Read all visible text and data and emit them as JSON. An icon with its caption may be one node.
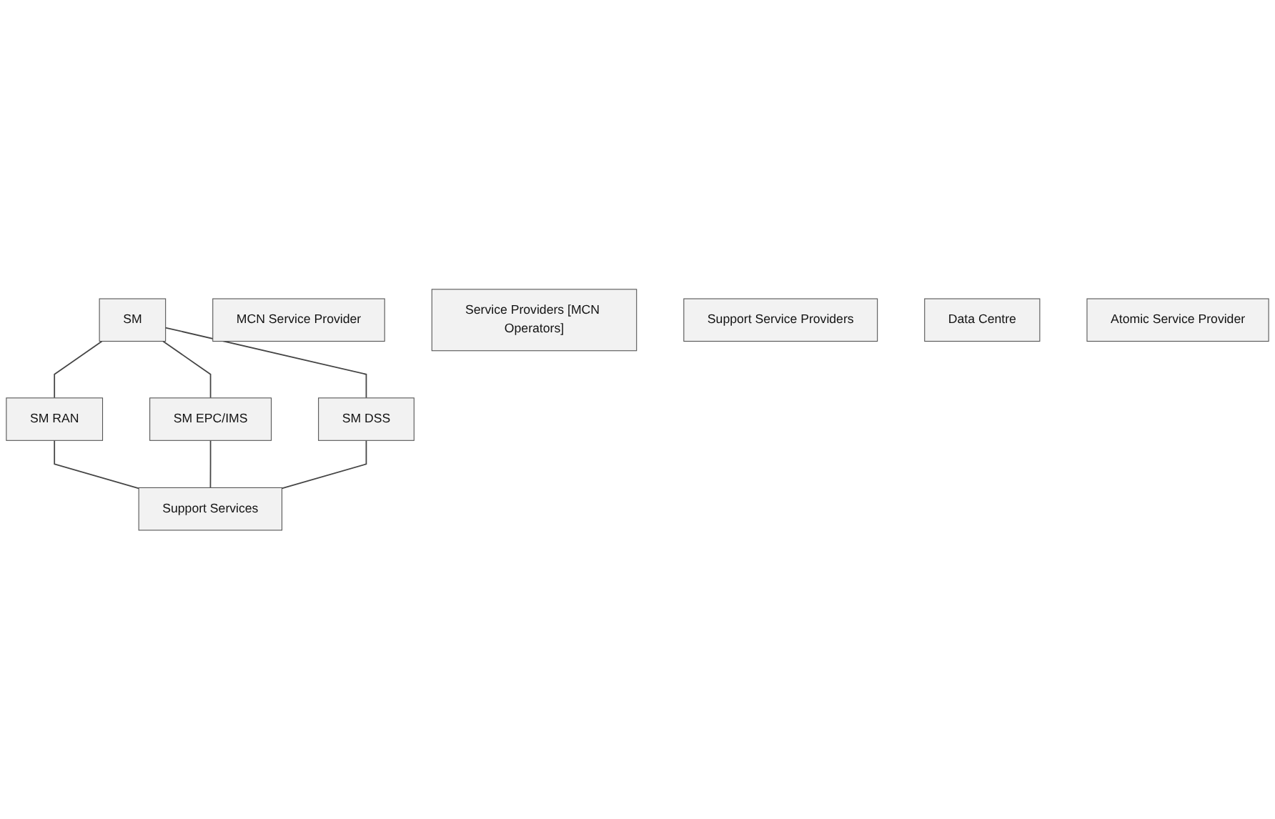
{
  "diagram": {
    "nodes": [
      {
        "text": [
          "SM"
        ]
      },
      {
        "text": [
          "MCN Service Provider"
        ]
      },
      {
        "text": [
          "SM RAN"
        ]
      },
      {
        "text": [
          "SM EPC/IMS"
        ]
      },
      {
        "text": [
          "SM DSS"
        ]
      },
      {
        "text": [
          "Service Providers [MCN Operators]"
        ]
      },
      {
        "text": [
          "Support Service Providers"
        ]
      },
      {
        "text": [
          "Support Services"
        ]
      },
      {
        "text": [
          "Data Centre"
        ]
      },
      {
        "text": [
          "Atomic Service Provider"
        ]
      }
    ],
    "edges": [
      {
        "from": 0,
        "to": 2,
        "arrow": "none"
      },
      {
        "from": 0,
        "to": 3,
        "arrow": "none"
      },
      {
        "from": 0,
        "to": 4,
        "arrow": "none"
      },
      {
        "from": 2,
        "to": 7,
        "arrow": "none"
      },
      {
        "from": 3,
        "to": 7,
        "arrow": "none"
      },
      {
        "from": 4,
        "to": 7,
        "arrow": "none"
      }
    ]
  }
}
